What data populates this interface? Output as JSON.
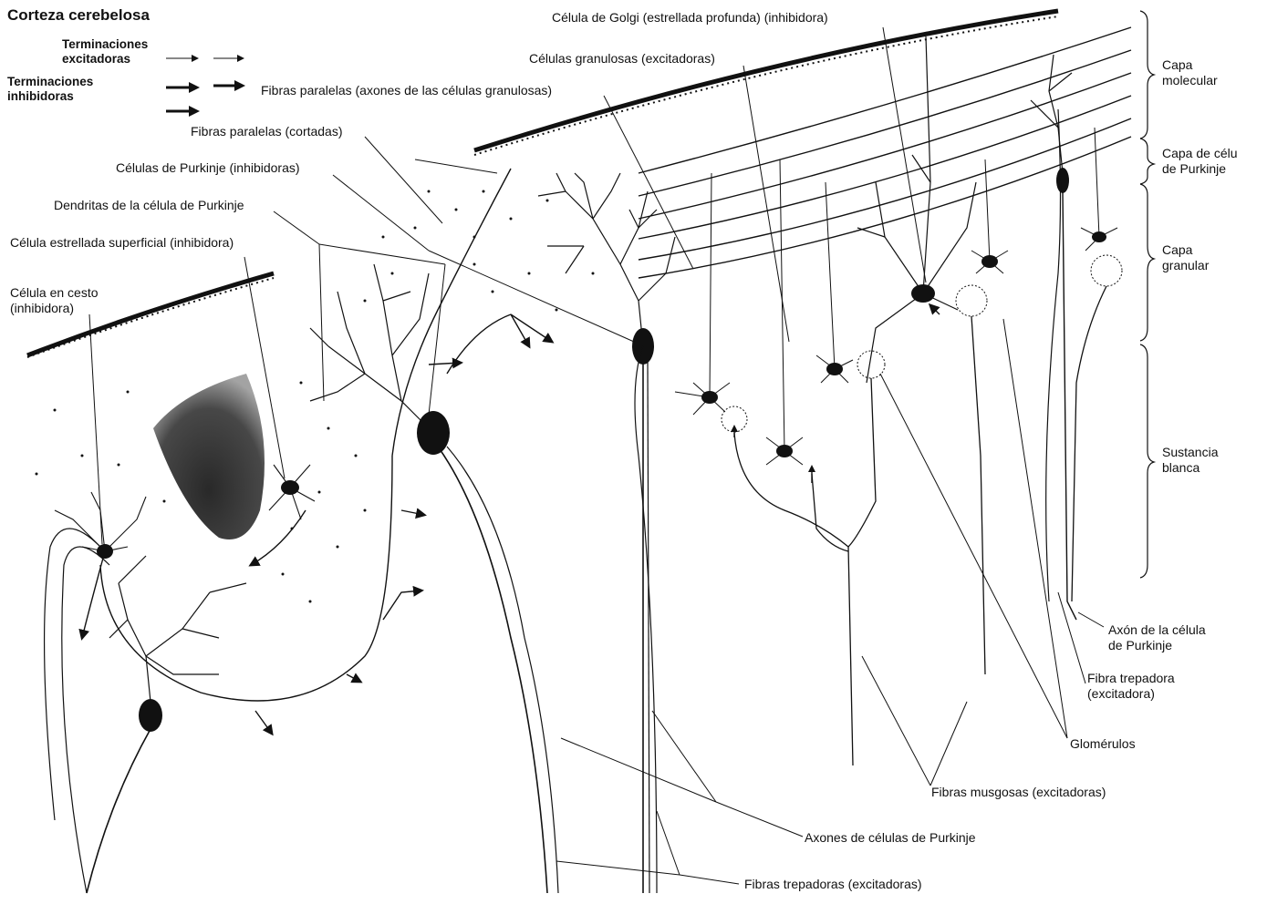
{
  "title": "Corteza cerebelosa",
  "legend": {
    "excitatory": "Terminaciones\nexcitadoras",
    "inhibitory": "Terminaciones\ninhibidoras"
  },
  "labels": {
    "golgi": "Célula de Golgi (estrellada profunda) (inhibidora)",
    "granule": "Células granulosas (excitadoras)",
    "parallel_fibers": "Fibras paralelas (axones de las células granulosas)",
    "parallel_cut": "Fibras paralelas (cortadas)",
    "purkinje": "Células de Purkinje (inhibidoras)",
    "purkinje_dendrites": "Dendritas de la célula de Purkinje",
    "stellate": "Célula estrellada superficial (inhibidora)",
    "basket": "Célula en cesto\n(inhibidora)",
    "purkinje_axon": "Axón de la célula\nde Purkinje",
    "climbing_fiber": "Fibra trepadora\n(excitadora)",
    "glomeruli": "Glomérulos",
    "mossy": "Fibras musgosas (excitadoras)",
    "purkinje_axons": "Axones de células de Purkinje",
    "climbing_fibers": "Fibras trepadoras (excitadoras)"
  },
  "layers": {
    "molecular": "Capa\nmolecular",
    "purkinje": "Capa de célu\nde Purkinje",
    "granular": "Capa\ngranular",
    "white": "Sustancia\nblanca"
  }
}
